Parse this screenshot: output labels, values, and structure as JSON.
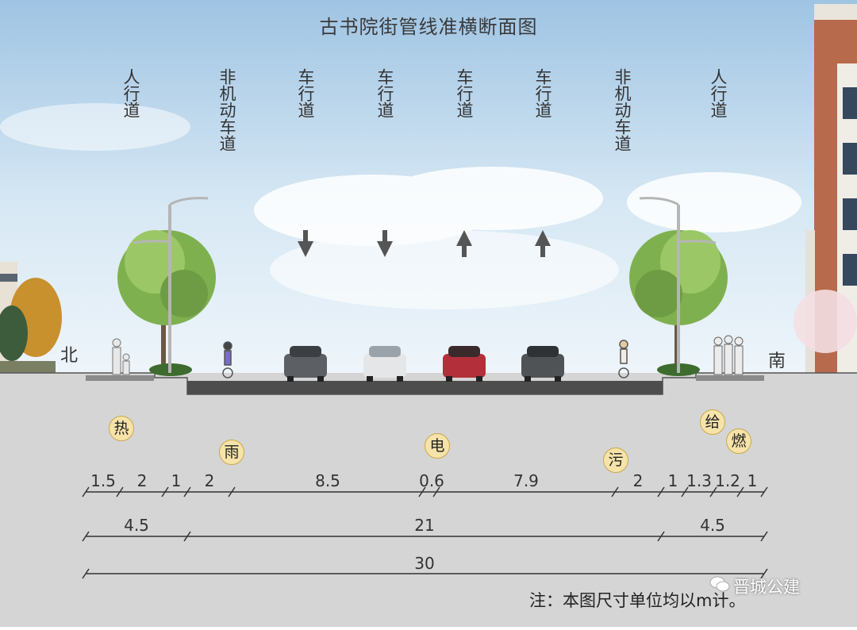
{
  "title": "古书院街管线准横断面图",
  "lanes": [
    {
      "label": "人行道"
    },
    {
      "label": "非机动车道"
    },
    {
      "label": "车行道"
    },
    {
      "label": "车行道"
    },
    {
      "label": "车行道"
    },
    {
      "label": "车行道"
    },
    {
      "label": "非机动车道"
    },
    {
      "label": "人行道"
    }
  ],
  "directions": {
    "left": "北",
    "right": "南"
  },
  "pipes": [
    {
      "label": "热"
    },
    {
      "label": "雨"
    },
    {
      "label": "电"
    },
    {
      "label": "污"
    },
    {
      "label": "给"
    },
    {
      "label": "燃"
    }
  ],
  "dimensions": {
    "row1": [
      "1.5",
      "2",
      "1",
      "2",
      "8.5",
      "0.6",
      "7.9",
      "2",
      "1",
      "1.3",
      "1.2",
      "1"
    ],
    "row2": [
      "4.5",
      "21",
      "4.5"
    ],
    "row3": [
      "30"
    ]
  },
  "note": "注：本图尺寸单位均以m计。",
  "watermark": "晋城公建",
  "colors": {
    "sky_top": "#a9cbe6",
    "ground": "#d4d4d4",
    "roadway": "#4a4a4a",
    "pipe_fill": "#f6e3a9"
  }
}
